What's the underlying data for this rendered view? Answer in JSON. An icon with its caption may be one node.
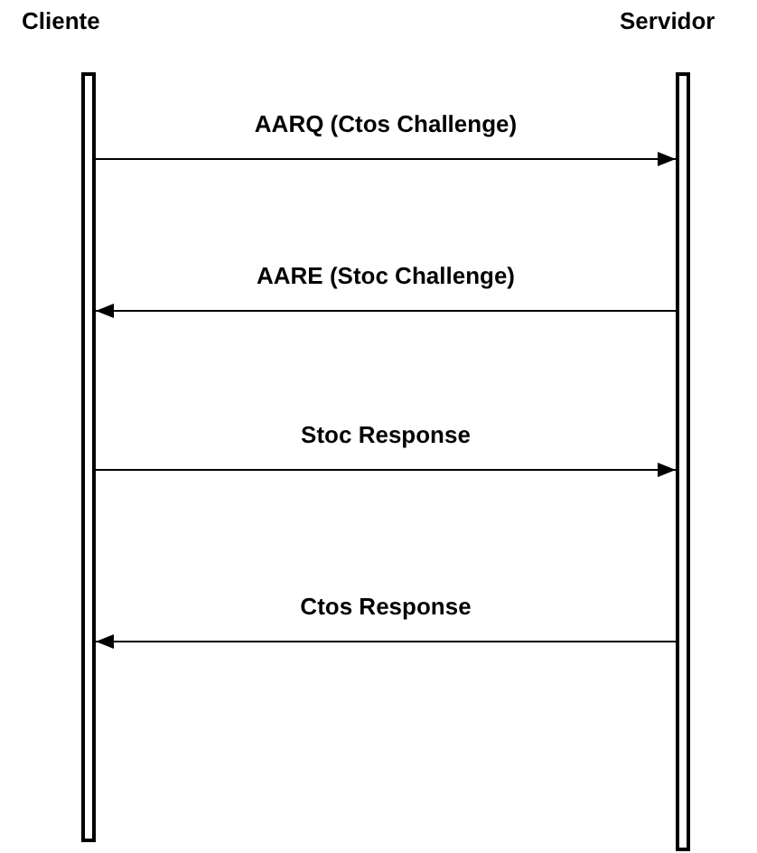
{
  "diagram": {
    "nodes": [
      {
        "text": [
          "Cliente"
        ]
      },
      {
        "text": [
          "Servidor"
        ]
      }
    ],
    "edges": [
      {
        "from": 0,
        "to": 1,
        "arrow": "to",
        "label": "AARQ (Ctos Challenge)"
      },
      {
        "from": 1,
        "to": 0,
        "arrow": "to",
        "label": "AARE (Stoc Challenge)"
      },
      {
        "from": 0,
        "to": 1,
        "arrow": "to",
        "label": "Stoc Response"
      },
      {
        "from": 1,
        "to": 0,
        "arrow": "to",
        "label": "Ctos Response"
      }
    ]
  }
}
